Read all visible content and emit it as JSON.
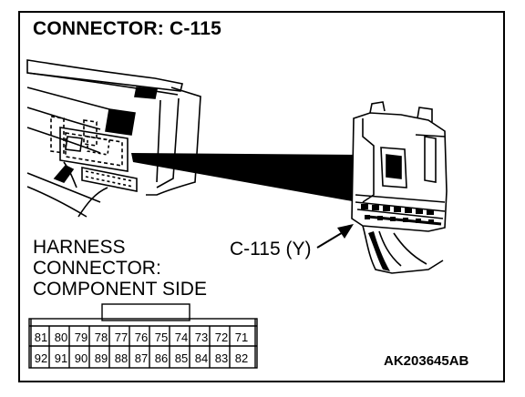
{
  "title": "CONNECTOR: C-115",
  "harness_label": {
    "line1": "HARNESS",
    "line2": "CONNECTOR:",
    "line3": "COMPONENT SIDE"
  },
  "callout_label": "C-115 (Y)",
  "figure_code": "AK203645AB",
  "connector_pins": {
    "top_row": [
      "81",
      "80",
      "79",
      "78",
      "77",
      "76",
      "75",
      "74",
      "73",
      "72",
      "71"
    ],
    "bottom_row": [
      "92",
      "91",
      "90",
      "89",
      "88",
      "87",
      "86",
      "85",
      "84",
      "83",
      "82"
    ]
  }
}
